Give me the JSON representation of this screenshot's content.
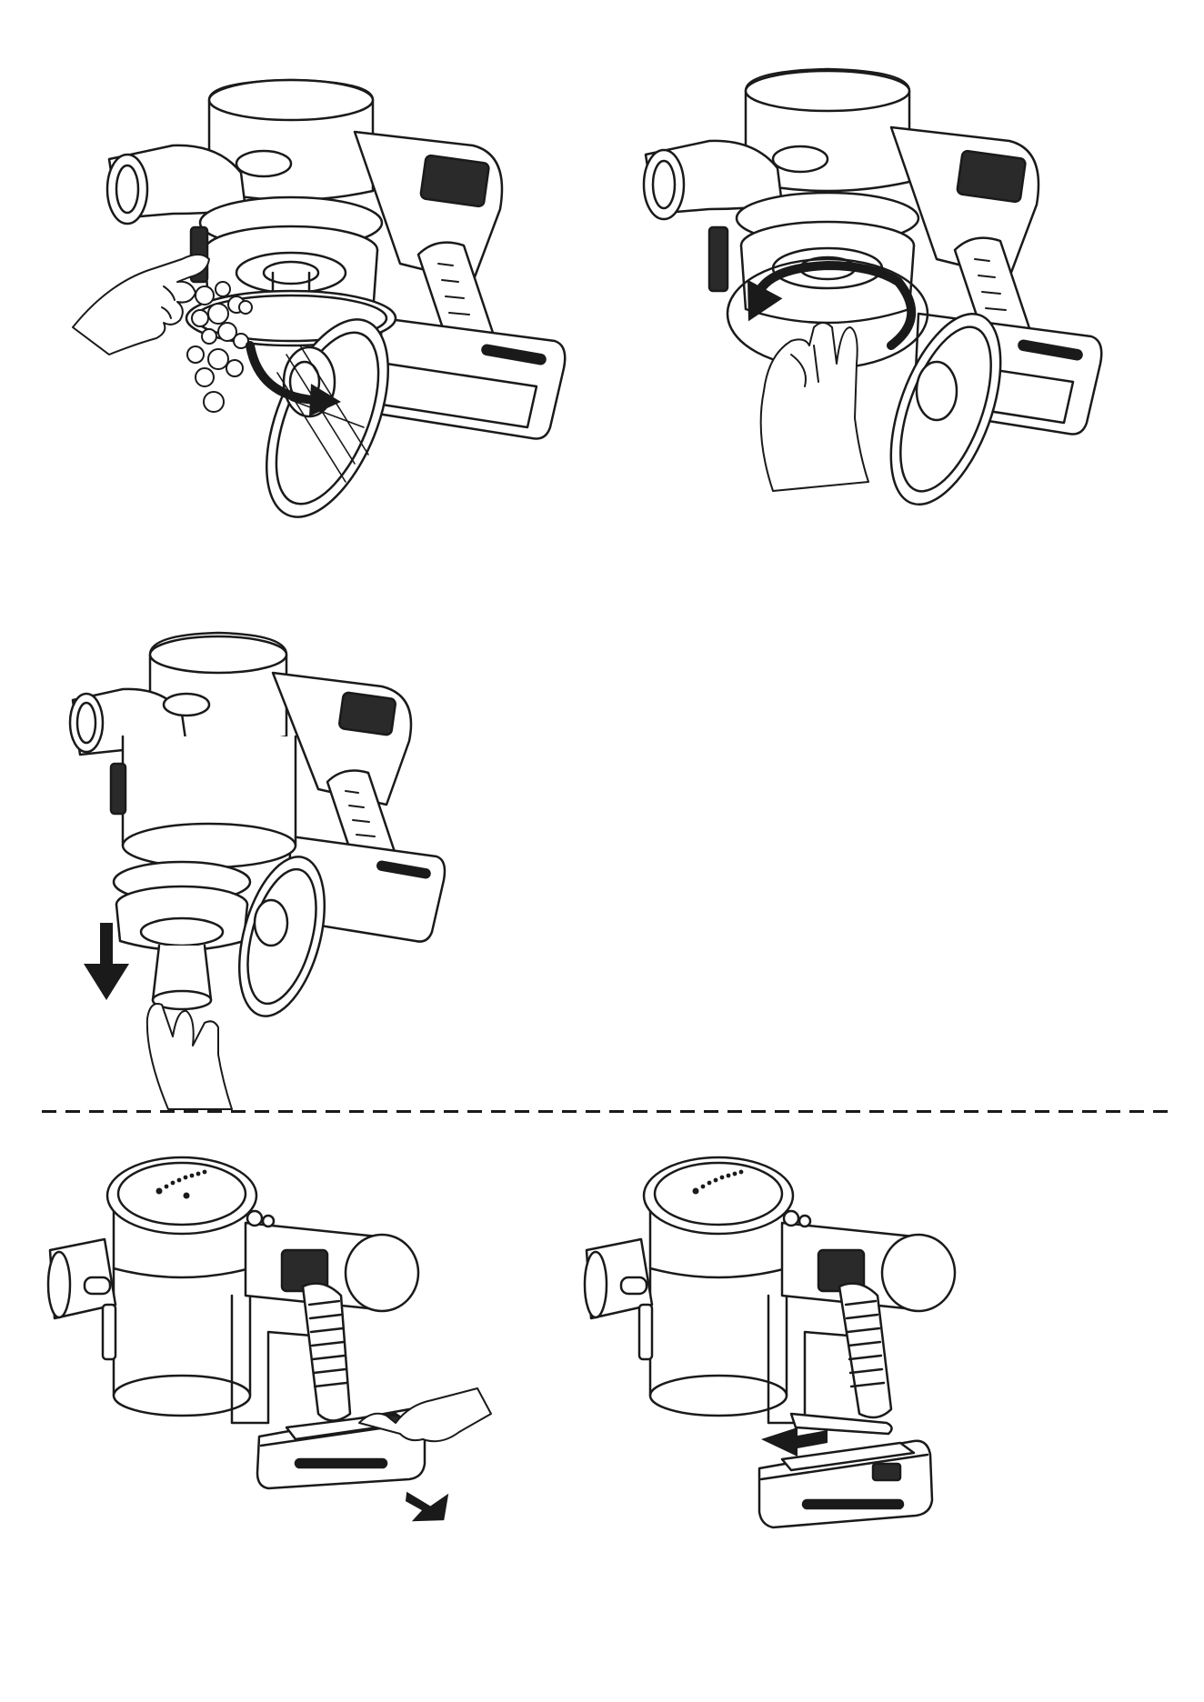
{
  "page": {
    "figures": [
      {
        "id": "fig1",
        "icon": "vacuum-empty-bin-icon"
      },
      {
        "id": "fig2",
        "icon": "vacuum-rotate-cyclone-icon"
      },
      {
        "id": "fig3",
        "icon": "vacuum-remove-cyclone-icon"
      },
      {
        "id": "fig4",
        "icon": "battery-release-icon"
      },
      {
        "id": "fig5",
        "icon": "battery-insert-icon"
      }
    ],
    "separator": "dashed-line",
    "line_color": "#1a1a1a",
    "fill_color": "#ffffff",
    "display_grille_color": "#2a2a2a"
  }
}
